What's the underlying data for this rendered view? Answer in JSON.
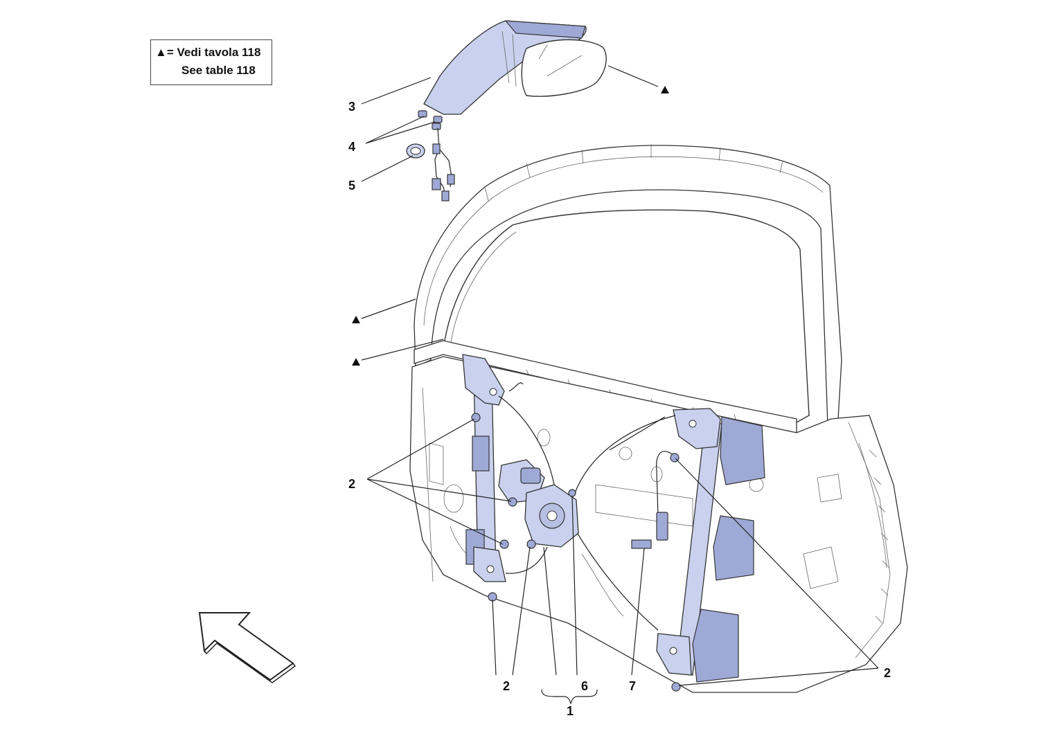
{
  "legend": {
    "symbol": "▲=",
    "line1": "Vedi tavola 118",
    "line2": "See table 118"
  },
  "callouts": {
    "c3": "3",
    "c4": "4",
    "c5": "5",
    "c2_left": "2",
    "c2_bottom": "2",
    "c2_right": "2",
    "c6": "6",
    "c7": "7",
    "c1": "1"
  },
  "colors": {
    "part_fill": "#c9d1ee",
    "part_dark": "#9ea9d6",
    "line": "#222222"
  },
  "icons": [
    "triangle-ref-icon",
    "direction-arrow-icon"
  ]
}
